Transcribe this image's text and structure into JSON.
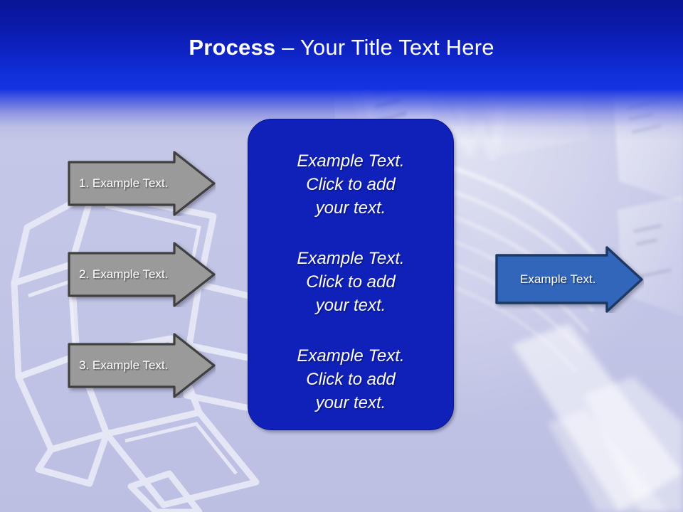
{
  "slide": {
    "title_bold": "Process",
    "title_rest": " – Your Title Text Here",
    "colors": {
      "header_top": "#0a1596",
      "header_bottom": "#1433e4",
      "background": "#c2c5e6",
      "box_fill": "#0f21b8",
      "box_border": "#0a1580",
      "gray_arrow_fill": "#9a9a9a",
      "gray_arrow_border": "#404040",
      "blue_arrow_fill": "#3366bb",
      "blue_arrow_border": "#1f3864",
      "text": "#ffffff"
    }
  },
  "steps": [
    {
      "label": "1. Example Text."
    },
    {
      "label": "2. Example Text."
    },
    {
      "label": "3. Example Text."
    }
  ],
  "center_box": {
    "paragraphs": [
      "Example Text.\nClick  to add\nyour text.",
      "Example Text.\nClick  to add\nyour text.",
      "Example Text.\nClick  to add\nyour text."
    ]
  },
  "result_arrow": {
    "label": "Example Text."
  }
}
